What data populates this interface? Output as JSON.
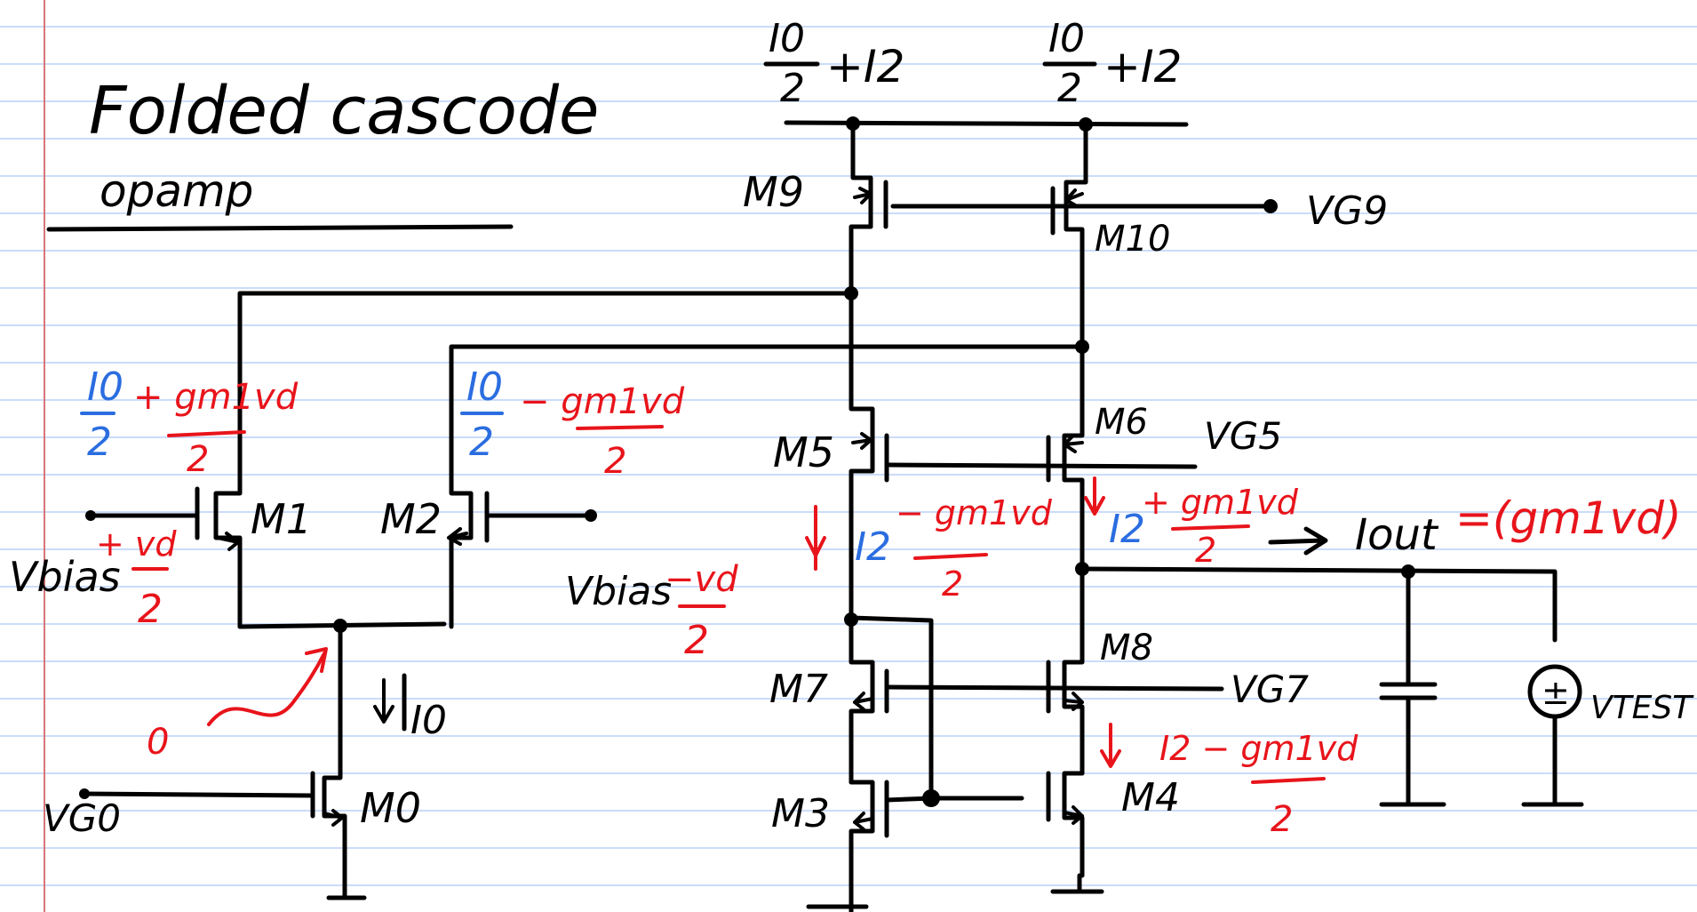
{
  "colors": {
    "ruled_line": "#bcd1f5",
    "margin_line": "#d9747a",
    "ink": "#000000",
    "red": "#e8141b",
    "blue": "#2a6de0"
  },
  "title": {
    "line1": "Folded cascode",
    "line2": "opamp"
  },
  "supply": {
    "left": {
      "num": "I0",
      "den": "2",
      "plus": "+I2"
    },
    "right": {
      "num": "I0",
      "den": "2",
      "plus": "+I2"
    }
  },
  "transistors": {
    "m0": "M0",
    "m1": "M1",
    "m2": "M2",
    "m3": "M3",
    "m4": "M4",
    "m5": "M5",
    "m6": "M6",
    "m7": "M7",
    "m8": "M8",
    "m9": "M9",
    "m10": "M10"
  },
  "bias": {
    "vg9": "VG9",
    "vg5": "VG5",
    "vg7": "VG7",
    "vg0": "VG0",
    "vbias_plus": "Vbias",
    "vbias_minus": "Vbias",
    "vtest": "VTEST"
  },
  "annotations": {
    "m1_current_blue_num": "I0",
    "m1_current_blue_den": "2",
    "m1_current_red_num": "+ gm1vd",
    "m1_current_red_den": "2",
    "m2_current_blue_num": "I0",
    "m2_current_blue_den": "2",
    "m2_current_red_num": "− gm1vd",
    "m2_current_red_den": "2",
    "vbias_plus_red_num": "+ vd",
    "vbias_plus_red_den": "2",
    "vbias_minus_red_num": "−vd",
    "vbias_minus_red_den": "2",
    "tail_current": "I0",
    "tail_zero": "0",
    "m5_current_blue": "I2",
    "m5_current_red_num": "− gm1vd",
    "m5_current_red_den": "2",
    "m6_current_blue": "I2",
    "m6_current_red_num": "+ gm1vd",
    "m6_current_red_den": "2",
    "m4_current_red_num": "I2 − gm1vd",
    "m4_current_red_den": "2",
    "iout_label": "Iout",
    "iout_value": "=(gm1vd)",
    "vtest_symbol": "±"
  }
}
